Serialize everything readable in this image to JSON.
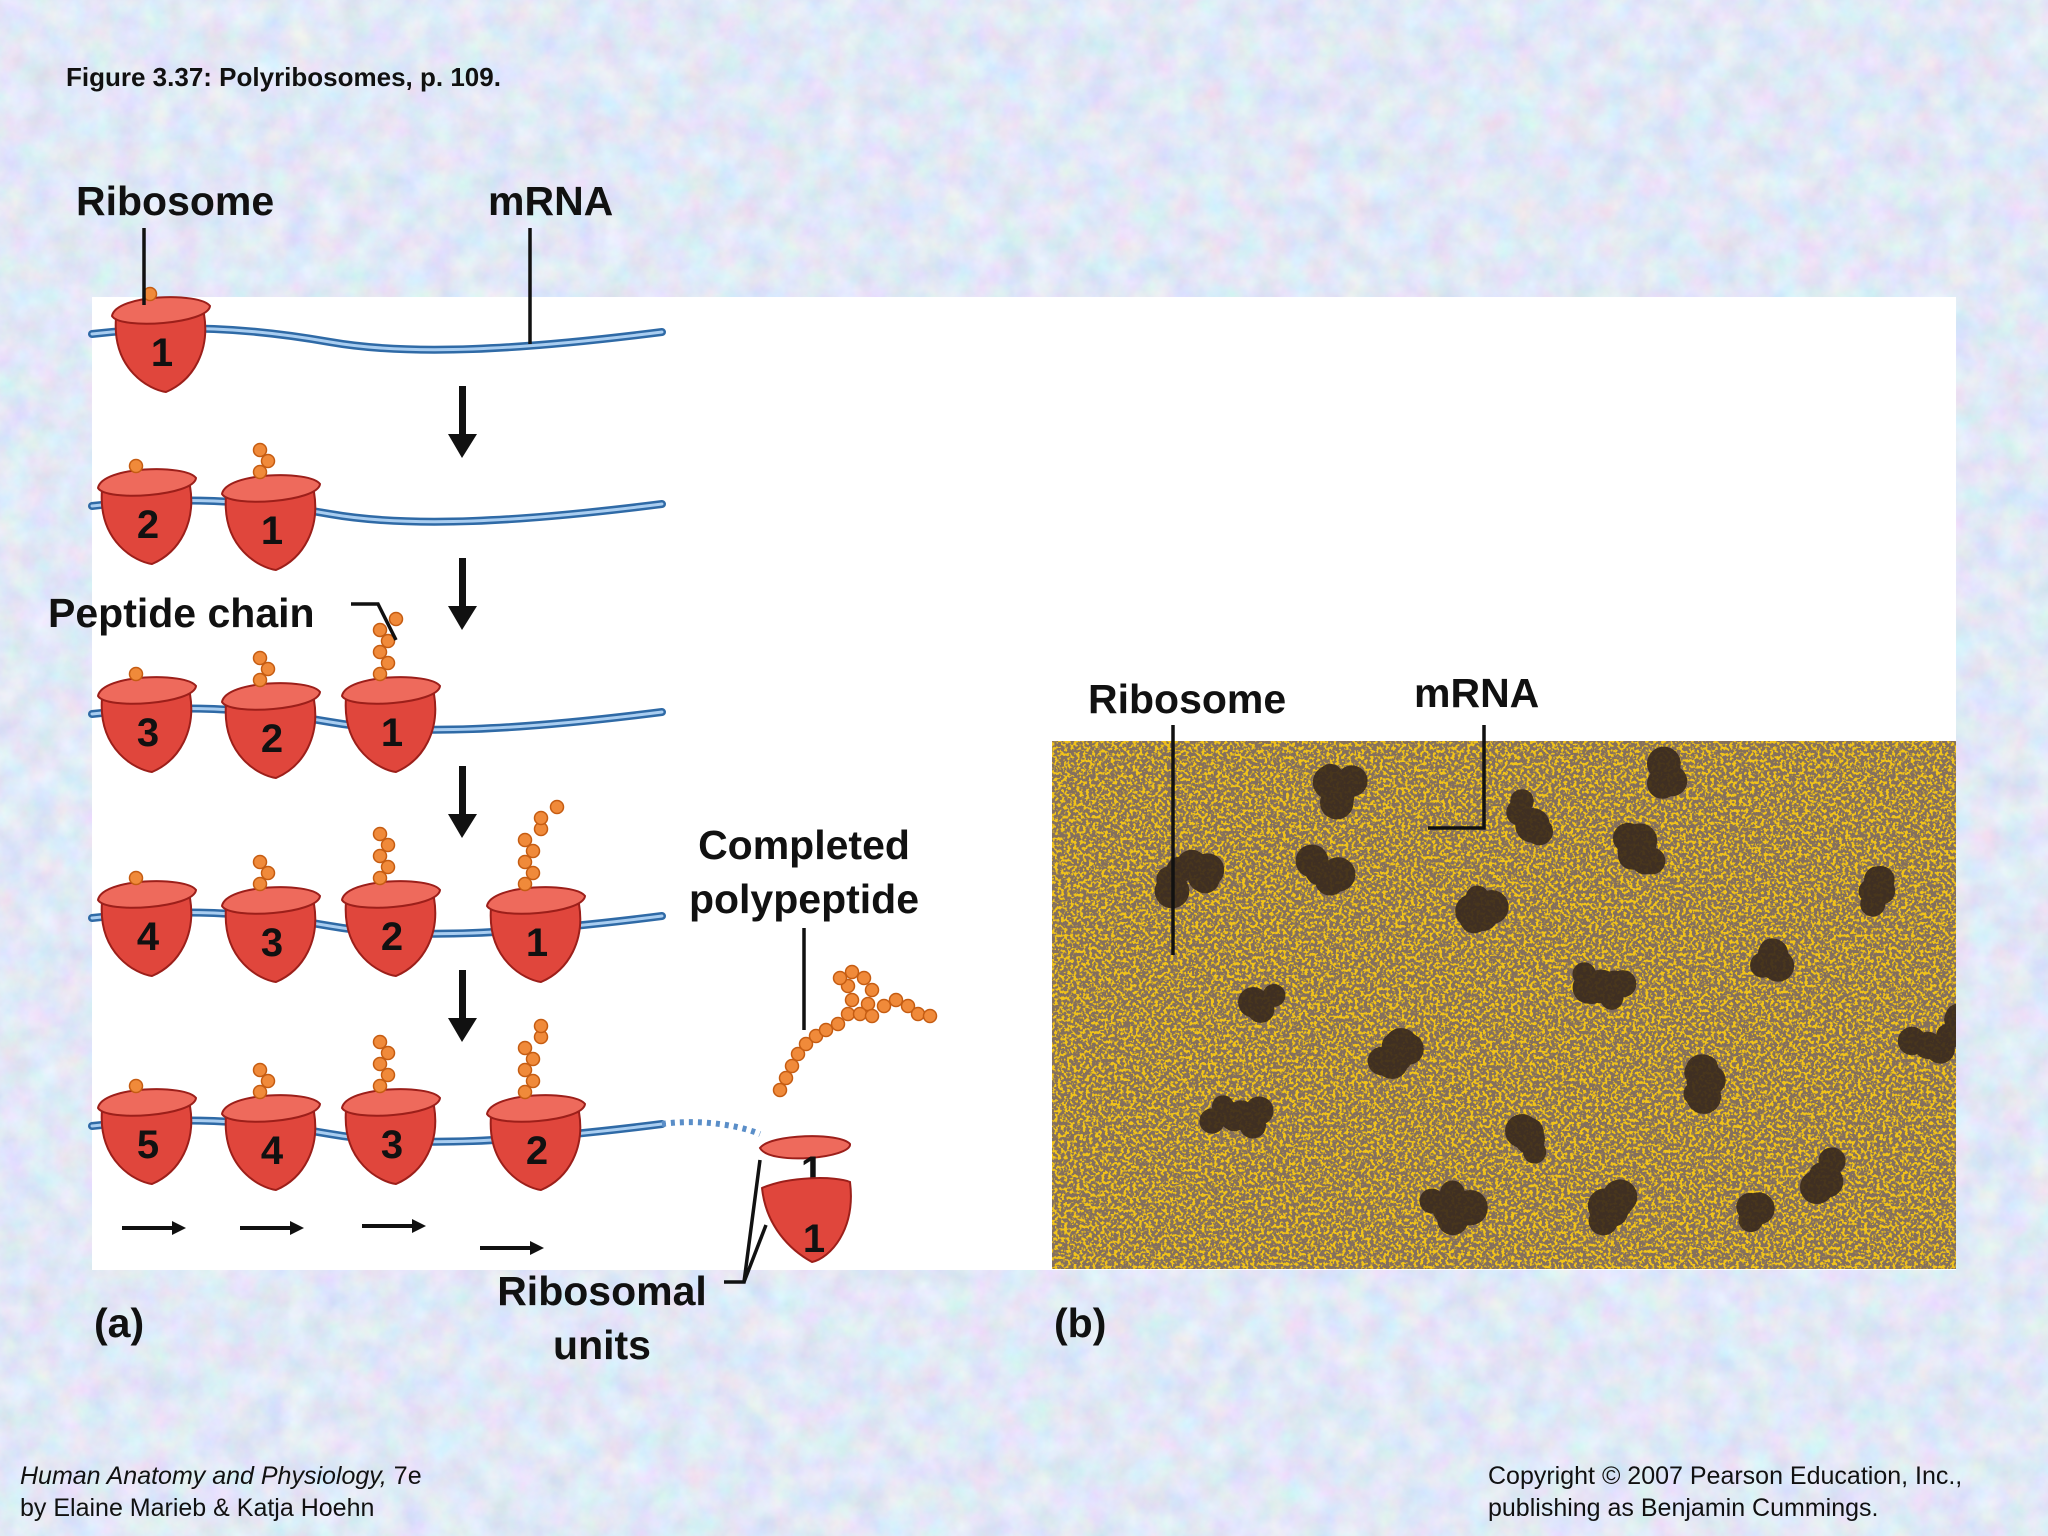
{
  "title": "Figure 3.37:  Polyribosomes, p. 109.",
  "panel_a": {
    "tag": "(a)",
    "label_ribosome": "Ribosome",
    "label_mrna": "mRNA",
    "label_peptide_chain": "Peptide chain",
    "label_completed_line1": "Completed",
    "label_completed_line2": "polypeptide",
    "label_units_line1": "Ribosomal",
    "label_units_line2": "units",
    "steps": [
      {
        "ribosomes": [
          "1"
        ]
      },
      {
        "ribosomes": [
          "2",
          "1"
        ]
      },
      {
        "ribosomes": [
          "3",
          "2",
          "1"
        ]
      },
      {
        "ribosomes": [
          "4",
          "3",
          "2",
          "1"
        ]
      },
      {
        "ribosomes": [
          "5",
          "4",
          "3",
          "2"
        ]
      }
    ],
    "released_subunits": [
      "1",
      "1"
    ]
  },
  "panel_b": {
    "tag": "(b)",
    "label_ribosome": "Ribosome",
    "label_mrna": "mRNA"
  },
  "footer": {
    "book_title": "Human Anatomy and Physiology,",
    "edition": " 7e",
    "authors": "by Elaine Marieb & Katja Hoehn",
    "copyright_line1": "Copyright © 2007 Pearson Education, Inc.,",
    "copyright_line2": "publishing as Benjamin Cummings."
  },
  "colors": {
    "background": "#b9c4ea",
    "ribosome": "#e0463c",
    "peptide": "#f08a3a",
    "mrna": "#5a8ec8",
    "micrograph_bg": "#f2c419",
    "micrograph_dots": "#3a2a1e"
  }
}
